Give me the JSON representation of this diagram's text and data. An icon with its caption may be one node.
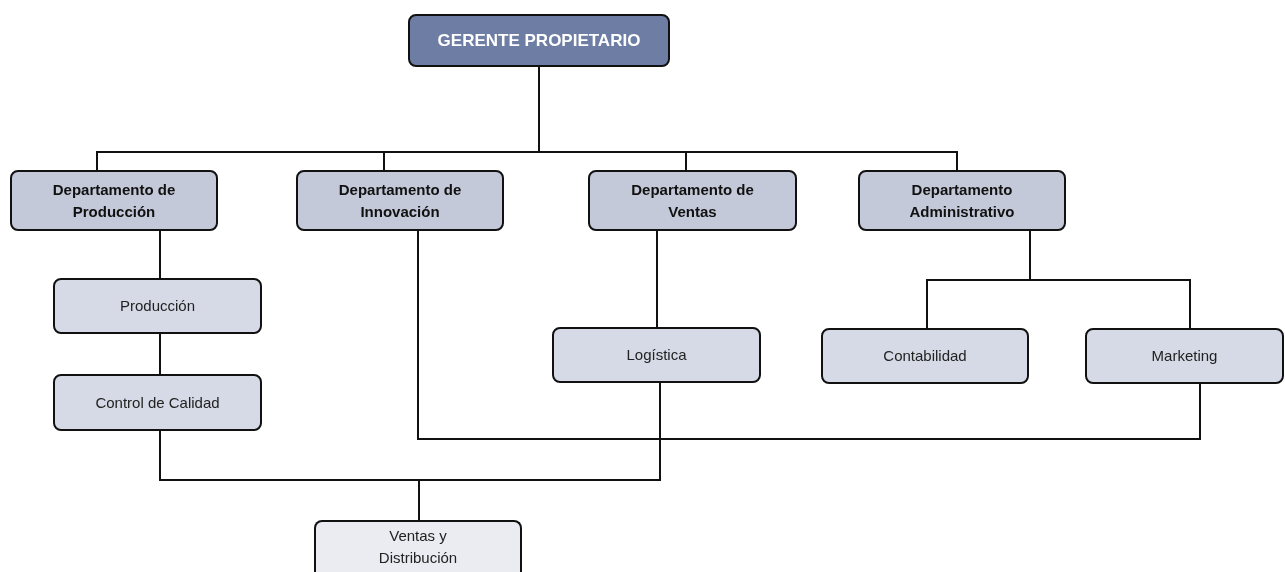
{
  "diagram": {
    "nodes": [
      {
        "text": [
          "GERENTE PROPIETARIO"
        ]
      },
      {
        "text": [
          "Departamento de Producción"
        ]
      },
      {
        "text": [
          "Departamento de Innovación"
        ]
      },
      {
        "text": [
          "Departamento de Ventas"
        ]
      },
      {
        "text": [
          "Departamento Administrativo"
        ]
      },
      {
        "text": [
          "Producción"
        ]
      },
      {
        "text": [
          "Control de Calidad"
        ]
      },
      {
        "text": [
          "Logística"
        ]
      },
      {
        "text": [
          "Contabilidad"
        ]
      },
      {
        "text": [
          "Marketing"
        ]
      },
      {
        "text": [
          "Ventas y Distribución"
        ]
      }
    ],
    "edges": [
      {
        "from": 0,
        "to": 1,
        "arrow": "none"
      },
      {
        "from": 0,
        "to": 2,
        "arrow": "none"
      },
      {
        "from": 0,
        "to": 3,
        "arrow": "none"
      },
      {
        "from": 0,
        "to": 4,
        "arrow": "none"
      },
      {
        "from": 1,
        "to": 5,
        "arrow": "none"
      },
      {
        "from": 5,
        "to": 6,
        "arrow": "none"
      },
      {
        "from": 3,
        "to": 7,
        "arrow": "none"
      },
      {
        "from": 4,
        "to": 8,
        "arrow": "none"
      },
      {
        "from": 4,
        "to": 9,
        "arrow": "none"
      },
      {
        "from": 6,
        "to": 10,
        "arrow": "none"
      },
      {
        "from": 7,
        "to": 10,
        "arrow": "none"
      },
      {
        "from": 2,
        "to": 9,
        "arrow": "none"
      }
    ]
  }
}
